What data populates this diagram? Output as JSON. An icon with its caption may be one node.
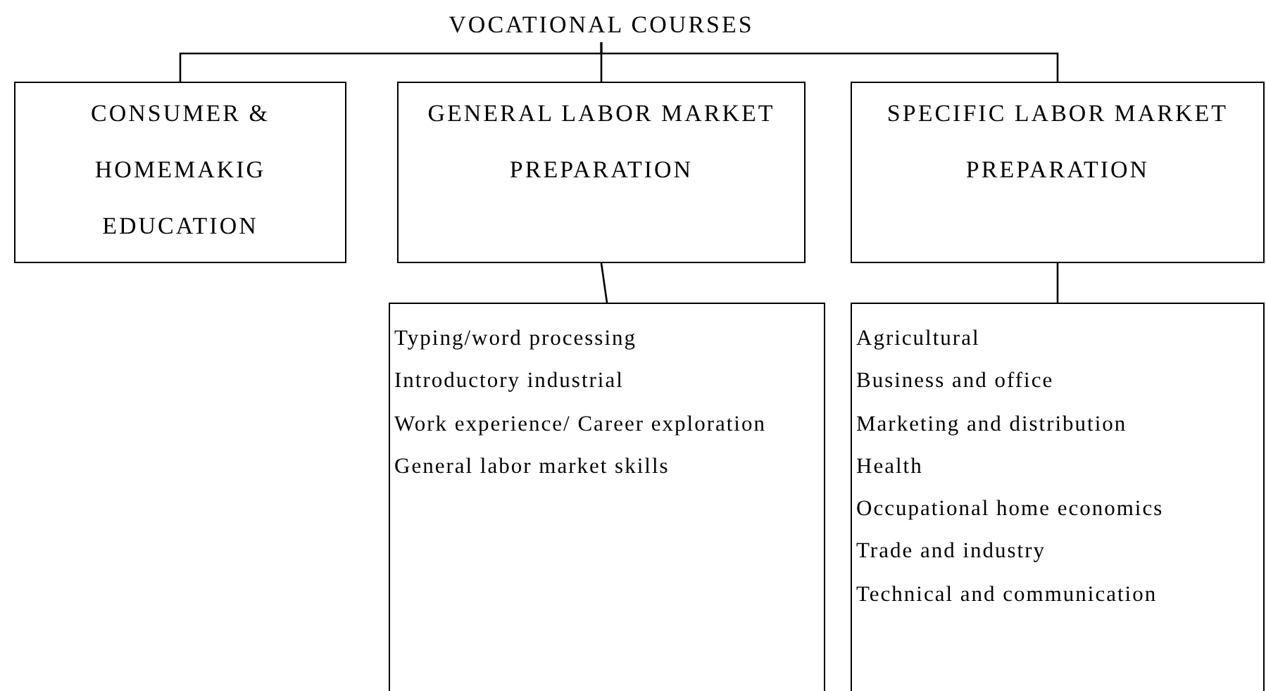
{
  "diagram": {
    "nodes": [
      {
        "text": [
          "VOCATIONAL COURSES"
        ]
      },
      {
        "text": [
          "CONSUMER & HOMEMAKIG EDUCATION"
        ]
      },
      {
        "text": [
          "GENERAL LABOR MARKET PREPARATION"
        ]
      },
      {
        "text": [
          "SPECIFIC LABOR MARKET PREPARATION"
        ]
      },
      {
        "text": [
          "Typing/word processing",
          "Introductory industrial",
          "Work experience/ Career exploration",
          "General labor market skills"
        ]
      },
      {
        "text": [
          "Agricultural",
          "Business and office",
          "Marketing and distribution",
          "Health",
          "Occupational home economics",
          "Trade and industry",
          "Technical and communication"
        ]
      }
    ],
    "edges": [
      {
        "from": 0,
        "to": 1,
        "arrow": "none"
      },
      {
        "from": 0,
        "to": 2,
        "arrow": "none"
      },
      {
        "from": 0,
        "to": 3,
        "arrow": "none"
      },
      {
        "from": 2,
        "to": 4,
        "arrow": "none"
      },
      {
        "from": 3,
        "to": 5,
        "arrow": "none"
      }
    ]
  }
}
